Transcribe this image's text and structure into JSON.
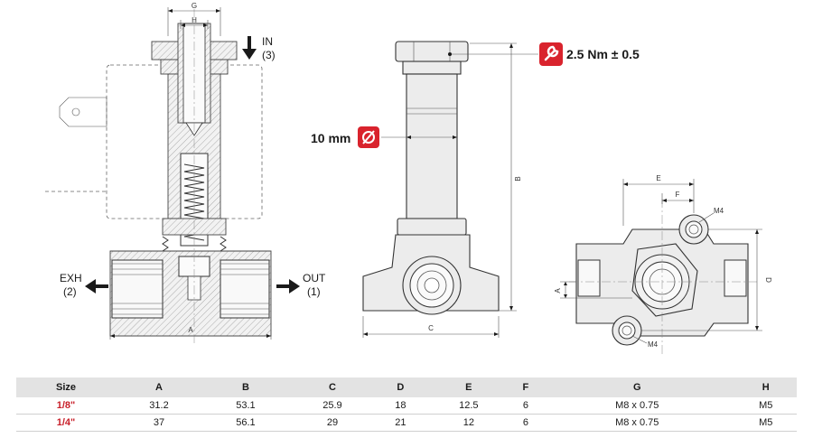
{
  "section_view": {
    "dim_g": "G",
    "dim_h": "H",
    "dim_a": "A",
    "in_label": "IN",
    "in_port": "(3)",
    "exh_label": "EXH",
    "exh_port": "(2)",
    "out_label": "OUT",
    "out_port": "(1)"
  },
  "front_view": {
    "torque": "2.5 Nm ± 0.5",
    "diameter": "10 mm",
    "dim_b": "B",
    "dim_c": "C",
    "wrench_icon_color": "#d9232d",
    "diameter_icon_color": "#d9232d"
  },
  "top_view": {
    "dim_e": "E",
    "dim_f": "F",
    "dim_a": "A",
    "dim_d": "D",
    "screw_top": "M4",
    "screw_bottom": "M4"
  },
  "table": {
    "headers": [
      "Size",
      "A",
      "B",
      "C",
      "D",
      "E",
      "F",
      "G",
      "H"
    ],
    "rows": [
      [
        "1/8\"",
        "31.2",
        "53.1",
        "25.9",
        "18",
        "12.5",
        "6",
        "M8 x 0.75",
        "M5"
      ],
      [
        "1/4\"",
        "37",
        "56.1",
        "29",
        "21",
        "12",
        "6",
        "M8 x 0.75",
        "M5"
      ]
    ],
    "size_color": "#c8202a",
    "header_bg": "#e3e3e3"
  }
}
